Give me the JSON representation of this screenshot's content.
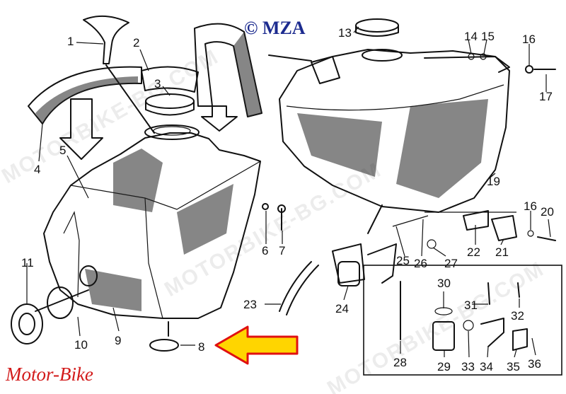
{
  "copyright": "© MZA",
  "brand": "Motor-Bike",
  "watermark_text": "MOTORBIKE-BG.COM",
  "arrow_color": "#ffd500",
  "arrow_outline_color": "#e01010",
  "brand_color": "#d21a1a",
  "copyright_color": "#1c2b8f",
  "callouts": [
    "1",
    "2",
    "3",
    "4",
    "5",
    "6",
    "7",
    "8",
    "9",
    "10",
    "11",
    "13",
    "14",
    "15",
    "16",
    "17",
    "19",
    "16",
    "20",
    "22",
    "21",
    "23",
    "24",
    "25",
    "26",
    "27",
    "28",
    "29",
    "30",
    "31",
    "32",
    "33",
    "34",
    "35",
    "36"
  ]
}
